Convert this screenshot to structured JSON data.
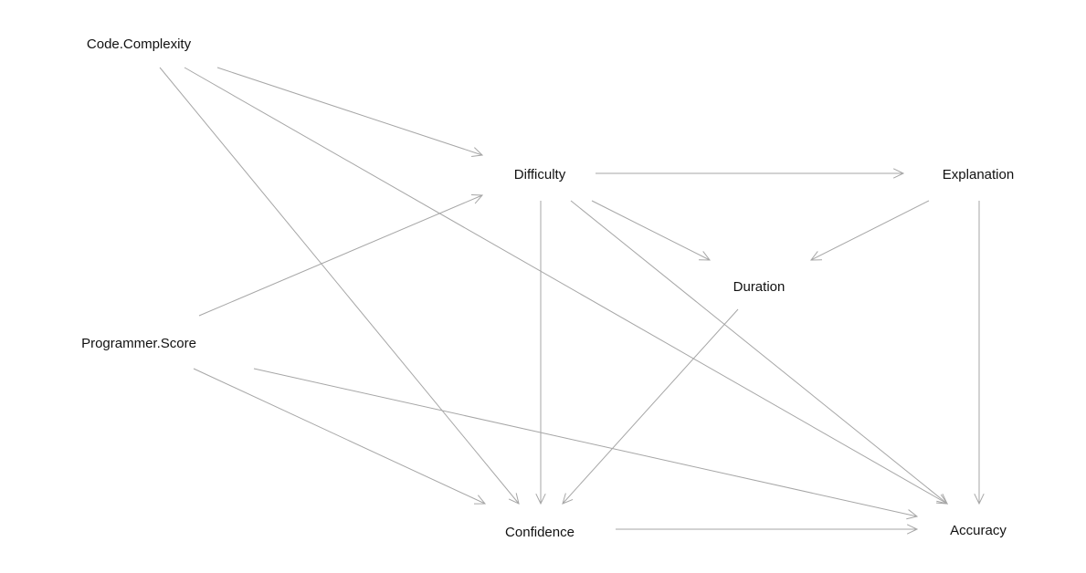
{
  "diagram": {
    "type": "directed-acyclic-graph",
    "edge_color": "#a6a6a6",
    "label_color": "#111111",
    "background": "#ffffff",
    "nodes": [
      {
        "id": "code_complexity",
        "label": "Code.Complexity"
      },
      {
        "id": "difficulty",
        "label": "Difficulty"
      },
      {
        "id": "explanation",
        "label": "Explanation"
      },
      {
        "id": "duration",
        "label": "Duration"
      },
      {
        "id": "programmer_score",
        "label": "Programmer.Score"
      },
      {
        "id": "confidence",
        "label": "Confidence"
      },
      {
        "id": "accuracy",
        "label": "Accuracy"
      }
    ],
    "edges": [
      {
        "from": "code_complexity",
        "to": "difficulty"
      },
      {
        "from": "code_complexity",
        "to": "confidence"
      },
      {
        "from": "code_complexity",
        "to": "accuracy"
      },
      {
        "from": "difficulty",
        "to": "explanation"
      },
      {
        "from": "difficulty",
        "to": "duration"
      },
      {
        "from": "difficulty",
        "to": "confidence"
      },
      {
        "from": "difficulty",
        "to": "accuracy"
      },
      {
        "from": "explanation",
        "to": "duration"
      },
      {
        "from": "explanation",
        "to": "accuracy"
      },
      {
        "from": "duration",
        "to": "confidence"
      },
      {
        "from": "programmer_score",
        "to": "difficulty"
      },
      {
        "from": "programmer_score",
        "to": "confidence"
      },
      {
        "from": "programmer_score",
        "to": "accuracy"
      },
      {
        "from": "confidence",
        "to": "accuracy"
      }
    ]
  }
}
